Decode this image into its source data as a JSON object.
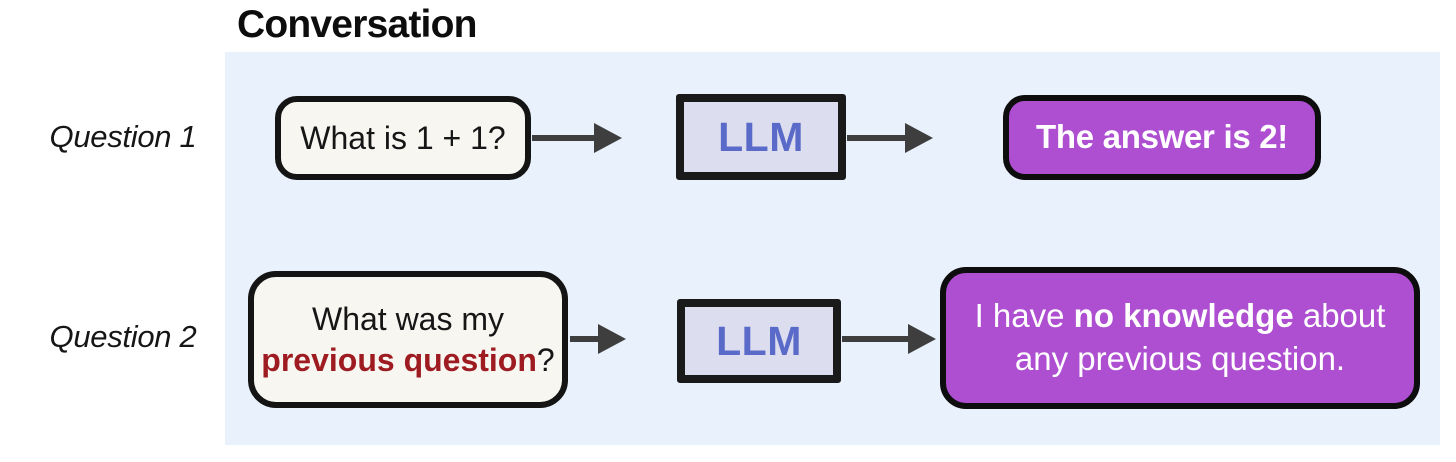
{
  "title": "Conversation",
  "colors": {
    "panel_bg": "#e9f1fc",
    "question_box_bg": "#f7f6f1",
    "box_border": "#141414",
    "llm_box_bg": "#dcddee",
    "llm_text": "#5a6ac8",
    "answer_box_bg": "#ae4fd1",
    "answer_text": "#ffffff",
    "highlight_red": "#9e1c21",
    "arrow": "#3e3e3e"
  },
  "rows": [
    {
      "label": "Question 1",
      "question": {
        "text": "What is 1 + 1?"
      },
      "llm_label": "LLM",
      "answer": {
        "text": "The answer is 2!"
      }
    },
    {
      "label": "Question 2",
      "question": {
        "line1": "What was my",
        "highlight": "previous question",
        "suffix": "?"
      },
      "llm_label": "LLM",
      "answer": {
        "pre": "I have ",
        "bold": "no knowledge",
        "post": " about any previous question."
      }
    }
  ]
}
